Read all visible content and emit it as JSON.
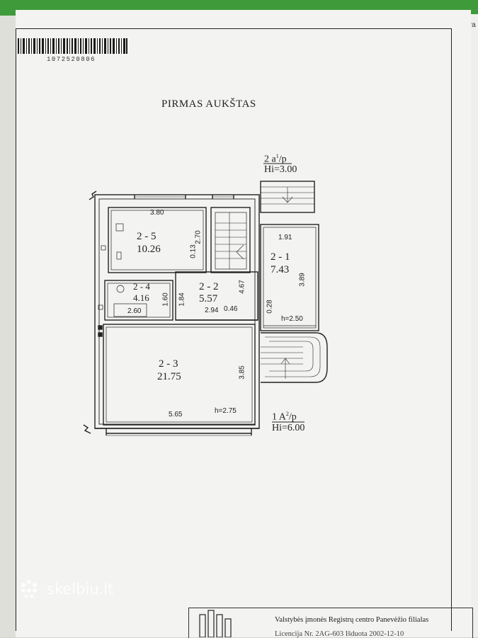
{
  "document": {
    "barcode_number": "1072520806",
    "title": "PIRMAS AUKŠTAS",
    "margin_text": "stra"
  },
  "rooms": [
    {
      "id": "2 - 5",
      "area": "10.26"
    },
    {
      "id": "2 - 4",
      "area": "4.16"
    },
    {
      "id": "2 - 2",
      "area": "5.57"
    },
    {
      "id": "2 - 1",
      "area": "7.43"
    },
    {
      "id": "2 - 3",
      "area": "21.75"
    }
  ],
  "dimensions": {
    "d380": "3.80",
    "d270": "2.70",
    "d013": "0.13",
    "d191": "1.91",
    "d389": "3.89",
    "d467": "4.67",
    "d184": "1.84",
    "d160": "1.60",
    "d260": "2.60",
    "d294": "2.94",
    "d046": "0.46",
    "d028": "0.28",
    "d385": "3.85",
    "d565": "5.65"
  },
  "heights": {
    "h250": "h=2.50",
    "h275": "h=2.75"
  },
  "annotations": {
    "upper_code": "2 a",
    "upper_sup": "1",
    "upper_suffix": "/p",
    "upper_hi": "Hi=3.00",
    "lower_code": "1 A",
    "lower_sup": "2",
    "lower_suffix": "/p",
    "lower_hi": "Hi=6.00"
  },
  "stamp": {
    "line1": "Valstybės įmonės Registrų centro Panevėžio filialas",
    "line2": "Licencija Nr. 2AG-603  Išduota 2002-12-10"
  },
  "watermark": {
    "text": "skelbiu.lt"
  }
}
